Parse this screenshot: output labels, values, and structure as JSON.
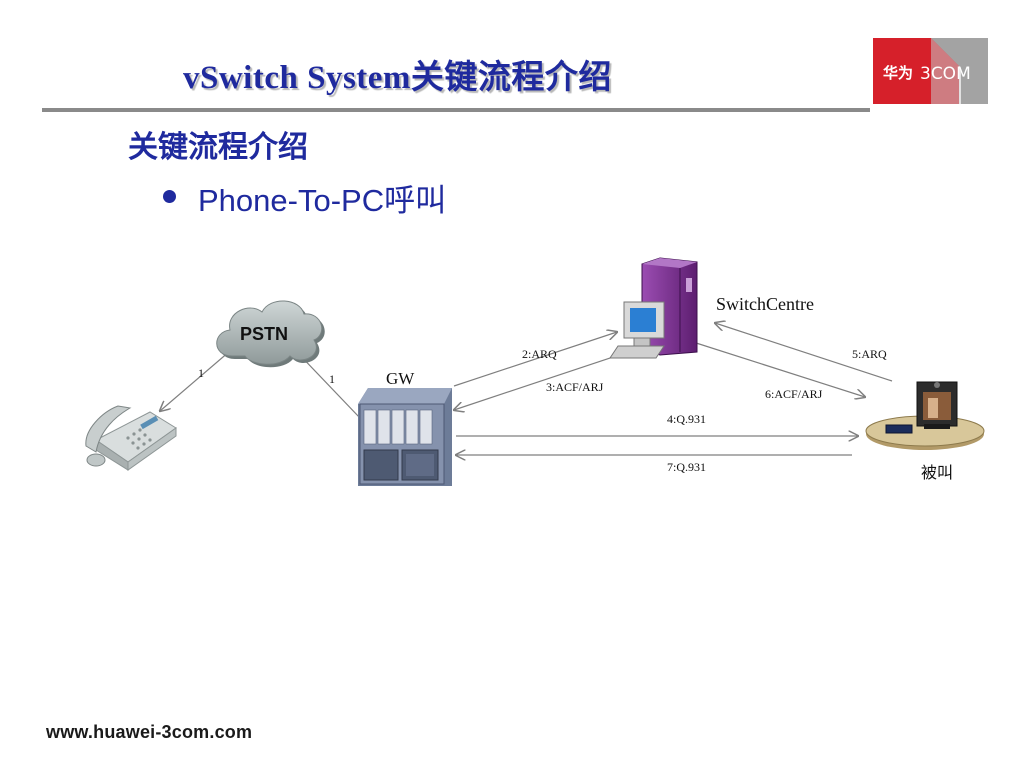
{
  "slide": {
    "title": "vSwitch System关键流程介绍",
    "subheading": "关键流程介绍",
    "bullet": "Phone-To-PC呼叫",
    "footer": "www.huawei-3com.com"
  },
  "logo": {
    "brand_cn": "华为",
    "brand_en": "3COM",
    "colors": {
      "red": "#d6202a",
      "gray": "#9a9a9a"
    }
  },
  "diagram": {
    "nodes": {
      "pstn": "PSTN",
      "gw": "GW",
      "switchcentre": "SwitchCentre",
      "callee": "被叫"
    },
    "links": {
      "phone_pstn": "1",
      "pstn_gw": "1"
    },
    "messages": {
      "m2": "2:ARQ",
      "m3": "3:ACF/ARJ",
      "m4": "4:Q.931",
      "m5": "5:ARQ",
      "m6": "6:ACF/ARJ",
      "m7": "7:Q.931"
    },
    "colors": {
      "title": "#1f2a9e",
      "arrow": "#7f7f7f",
      "server": "#7a2f8e"
    }
  }
}
